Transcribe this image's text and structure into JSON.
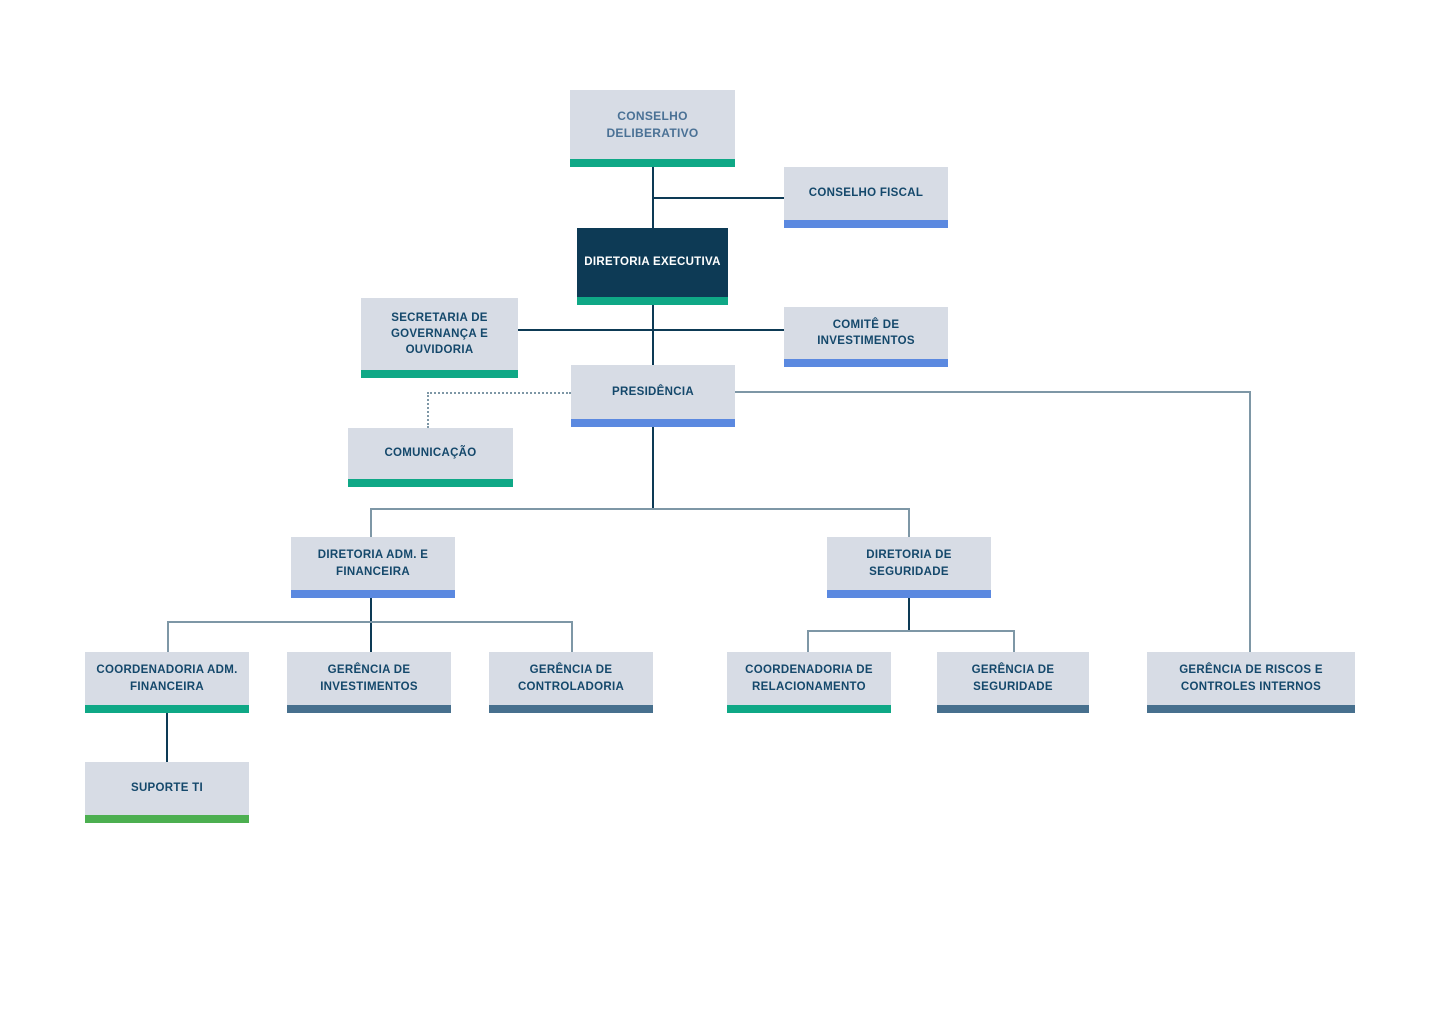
{
  "org_chart": {
    "colors": {
      "teal": "#0fa886",
      "blue": "#5b89e0",
      "slate": "#47708e",
      "green": "#4caf50",
      "navy_box": "#0d3a55",
      "box_bg": "#d7dce5",
      "line_dark": "#0d3a55",
      "line_gray": "#7e97a6",
      "text_dark": "#14486b",
      "text_muted": "#4a7195",
      "page_bg": "#ffffff"
    },
    "nodes": {
      "conselho_deliberativo": {
        "label": "CONSELHO DELIBERATIVO",
        "accent": "teal"
      },
      "conselho_fiscal": {
        "label": "CONSELHO FISCAL",
        "accent": "blue"
      },
      "diretoria_executiva": {
        "label": "DIRETORIA EXECUTIVA",
        "accent": "teal"
      },
      "secretaria_governanca": {
        "label": "SECRETARIA DE GOVERNANÇA E OUVIDORIA",
        "accent": "teal"
      },
      "comite_investimentos": {
        "label": "COMITÊ DE INVESTIMENTOS",
        "accent": "blue"
      },
      "presidencia": {
        "label": "PRESIDÊNCIA",
        "accent": "blue"
      },
      "comunicacao": {
        "label": "COMUNICAÇÃO",
        "accent": "teal"
      },
      "diretoria_adm_financeira": {
        "label": "DIRETORIA ADM. E FINANCEIRA",
        "accent": "blue"
      },
      "diretoria_seguridade": {
        "label": "DIRETORIA DE SEGURIDADE",
        "accent": "blue"
      },
      "coordenadoria_adm_financeira": {
        "label": "COORDENADORIA ADM. FINANCEIRA",
        "accent": "teal"
      },
      "gerencia_investimentos": {
        "label": "GERÊNCIA DE INVESTIMENTOS",
        "accent": "slate"
      },
      "gerencia_controladoria": {
        "label": "GERÊNCIA DE CONTROLADORIA",
        "accent": "slate"
      },
      "coordenadoria_relacionamento": {
        "label": "COORDENADORIA DE RELACIONAMENTO",
        "accent": "teal"
      },
      "gerencia_seguridade": {
        "label": "GERÊNCIA DE SEGURIDADE",
        "accent": "slate"
      },
      "gerencia_riscos": {
        "label": "GERÊNCIA DE RISCOS E CONTROLES INTERNOS",
        "accent": "slate"
      },
      "suporte_ti": {
        "label": "SUPORTE TI",
        "accent": "green"
      }
    },
    "edges": [
      {
        "from": "conselho_deliberativo",
        "to": "diretoria_executiva",
        "style": "solid-dark"
      },
      {
        "from": "conselho_deliberativo",
        "to": "conselho_fiscal",
        "style": "solid-dark"
      },
      {
        "from": "diretoria_executiva",
        "to": "presidencia",
        "style": "solid-dark"
      },
      {
        "from": "diretoria_executiva",
        "to": "secretaria_governanca",
        "style": "solid-dark"
      },
      {
        "from": "diretoria_executiva",
        "to": "comite_investimentos",
        "style": "solid-dark"
      },
      {
        "from": "presidencia",
        "to": "comunicacao",
        "style": "dotted-gray"
      },
      {
        "from": "presidencia",
        "to": "gerencia_riscos",
        "style": "solid-gray"
      },
      {
        "from": "presidencia",
        "to": "diretoria_adm_financeira",
        "style": "solid-gray"
      },
      {
        "from": "presidencia",
        "to": "diretoria_seguridade",
        "style": "solid-gray"
      },
      {
        "from": "diretoria_adm_financeira",
        "to": "coordenadoria_adm_financeira",
        "style": "solid-gray"
      },
      {
        "from": "diretoria_adm_financeira",
        "to": "gerencia_investimentos",
        "style": "solid-dark"
      },
      {
        "from": "diretoria_adm_financeira",
        "to": "gerencia_controladoria",
        "style": "solid-gray"
      },
      {
        "from": "diretoria_seguridade",
        "to": "coordenadoria_relacionamento",
        "style": "solid-gray"
      },
      {
        "from": "diretoria_seguridade",
        "to": "gerencia_seguridade",
        "style": "solid-gray"
      },
      {
        "from": "coordenadoria_adm_financeira",
        "to": "suporte_ti",
        "style": "solid-dark"
      }
    ]
  }
}
